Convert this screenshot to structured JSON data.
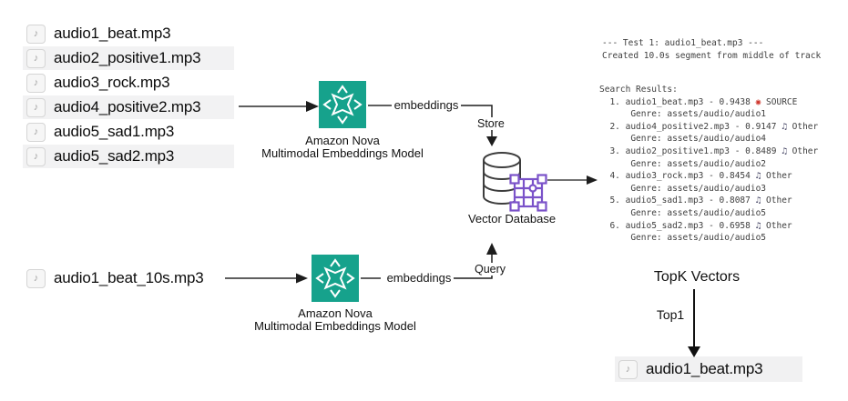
{
  "files": {
    "library": [
      "audio1_beat.mp3",
      "audio2_positive1.mp3",
      "audio3_rock.mp3",
      "audio4_positive2.mp3",
      "audio5_sad1.mp3",
      "audio5_sad2.mp3"
    ],
    "query_file": "audio1_beat_10s.mp3",
    "result_file": "audio1_beat.mp3"
  },
  "model": {
    "line1": "Amazon Nova",
    "line2": "Multimodal Embeddings Model"
  },
  "labels": {
    "embeddings": "embeddings",
    "store": "Store",
    "query": "Query",
    "vector_db": "Vector Database",
    "topk": "TopK Vectors",
    "top1": "Top1"
  },
  "terminal": {
    "test_header": "--- Test 1: audio1_beat.mp3 ---",
    "test_sub": "Created 10.0s segment from middle of track",
    "results_title": "Search Results:",
    "results": [
      {
        "prefix": "  1. audio1_beat.mp3 - 0.9438 ",
        "icon": "target-icon",
        "suffix": " SOURCE",
        "genre": "      Genre: assets/audio/audio1"
      },
      {
        "prefix": "  2. audio4_positive2.mp3 - 0.9147 ",
        "icon": "music-note-icon",
        "suffix": " Other",
        "genre": "      Genre: assets/audio/audio4"
      },
      {
        "prefix": "  3. audio2_positive1.mp3 - 0.8489 ",
        "icon": "music-note-icon",
        "suffix": " Other",
        "genre": "      Genre: assets/audio/audio2"
      },
      {
        "prefix": "  4. audio3_rock.mp3 - 0.8454 ",
        "icon": "music-note-icon",
        "suffix": " Other",
        "genre": "      Genre: assets/audio/audio3"
      },
      {
        "prefix": "  5. audio5_sad1.mp3 - 0.8087 ",
        "icon": "music-note-icon",
        "suffix": " Other",
        "genre": "      Genre: assets/audio/audio5"
      },
      {
        "prefix": "  6. audio5_sad2.mp3 - 0.6958 ",
        "icon": "music-note-icon",
        "suffix": " Other",
        "genre": "      Genre: assets/audio/audio5"
      }
    ]
  },
  "icons": {
    "target_glyph": "◉",
    "note_glyph": "♫",
    "file_note_glyph": "♪"
  },
  "colors": {
    "nova_green": "#16a28c",
    "vector_purple": "#7a52c9",
    "target_red": "#cf382e",
    "row_stripe": "#f2f2f3",
    "terminal_text": "#3e3e3e",
    "arrow_gray": "#5f5f5f",
    "arrow_black": "#1d1d1d"
  }
}
